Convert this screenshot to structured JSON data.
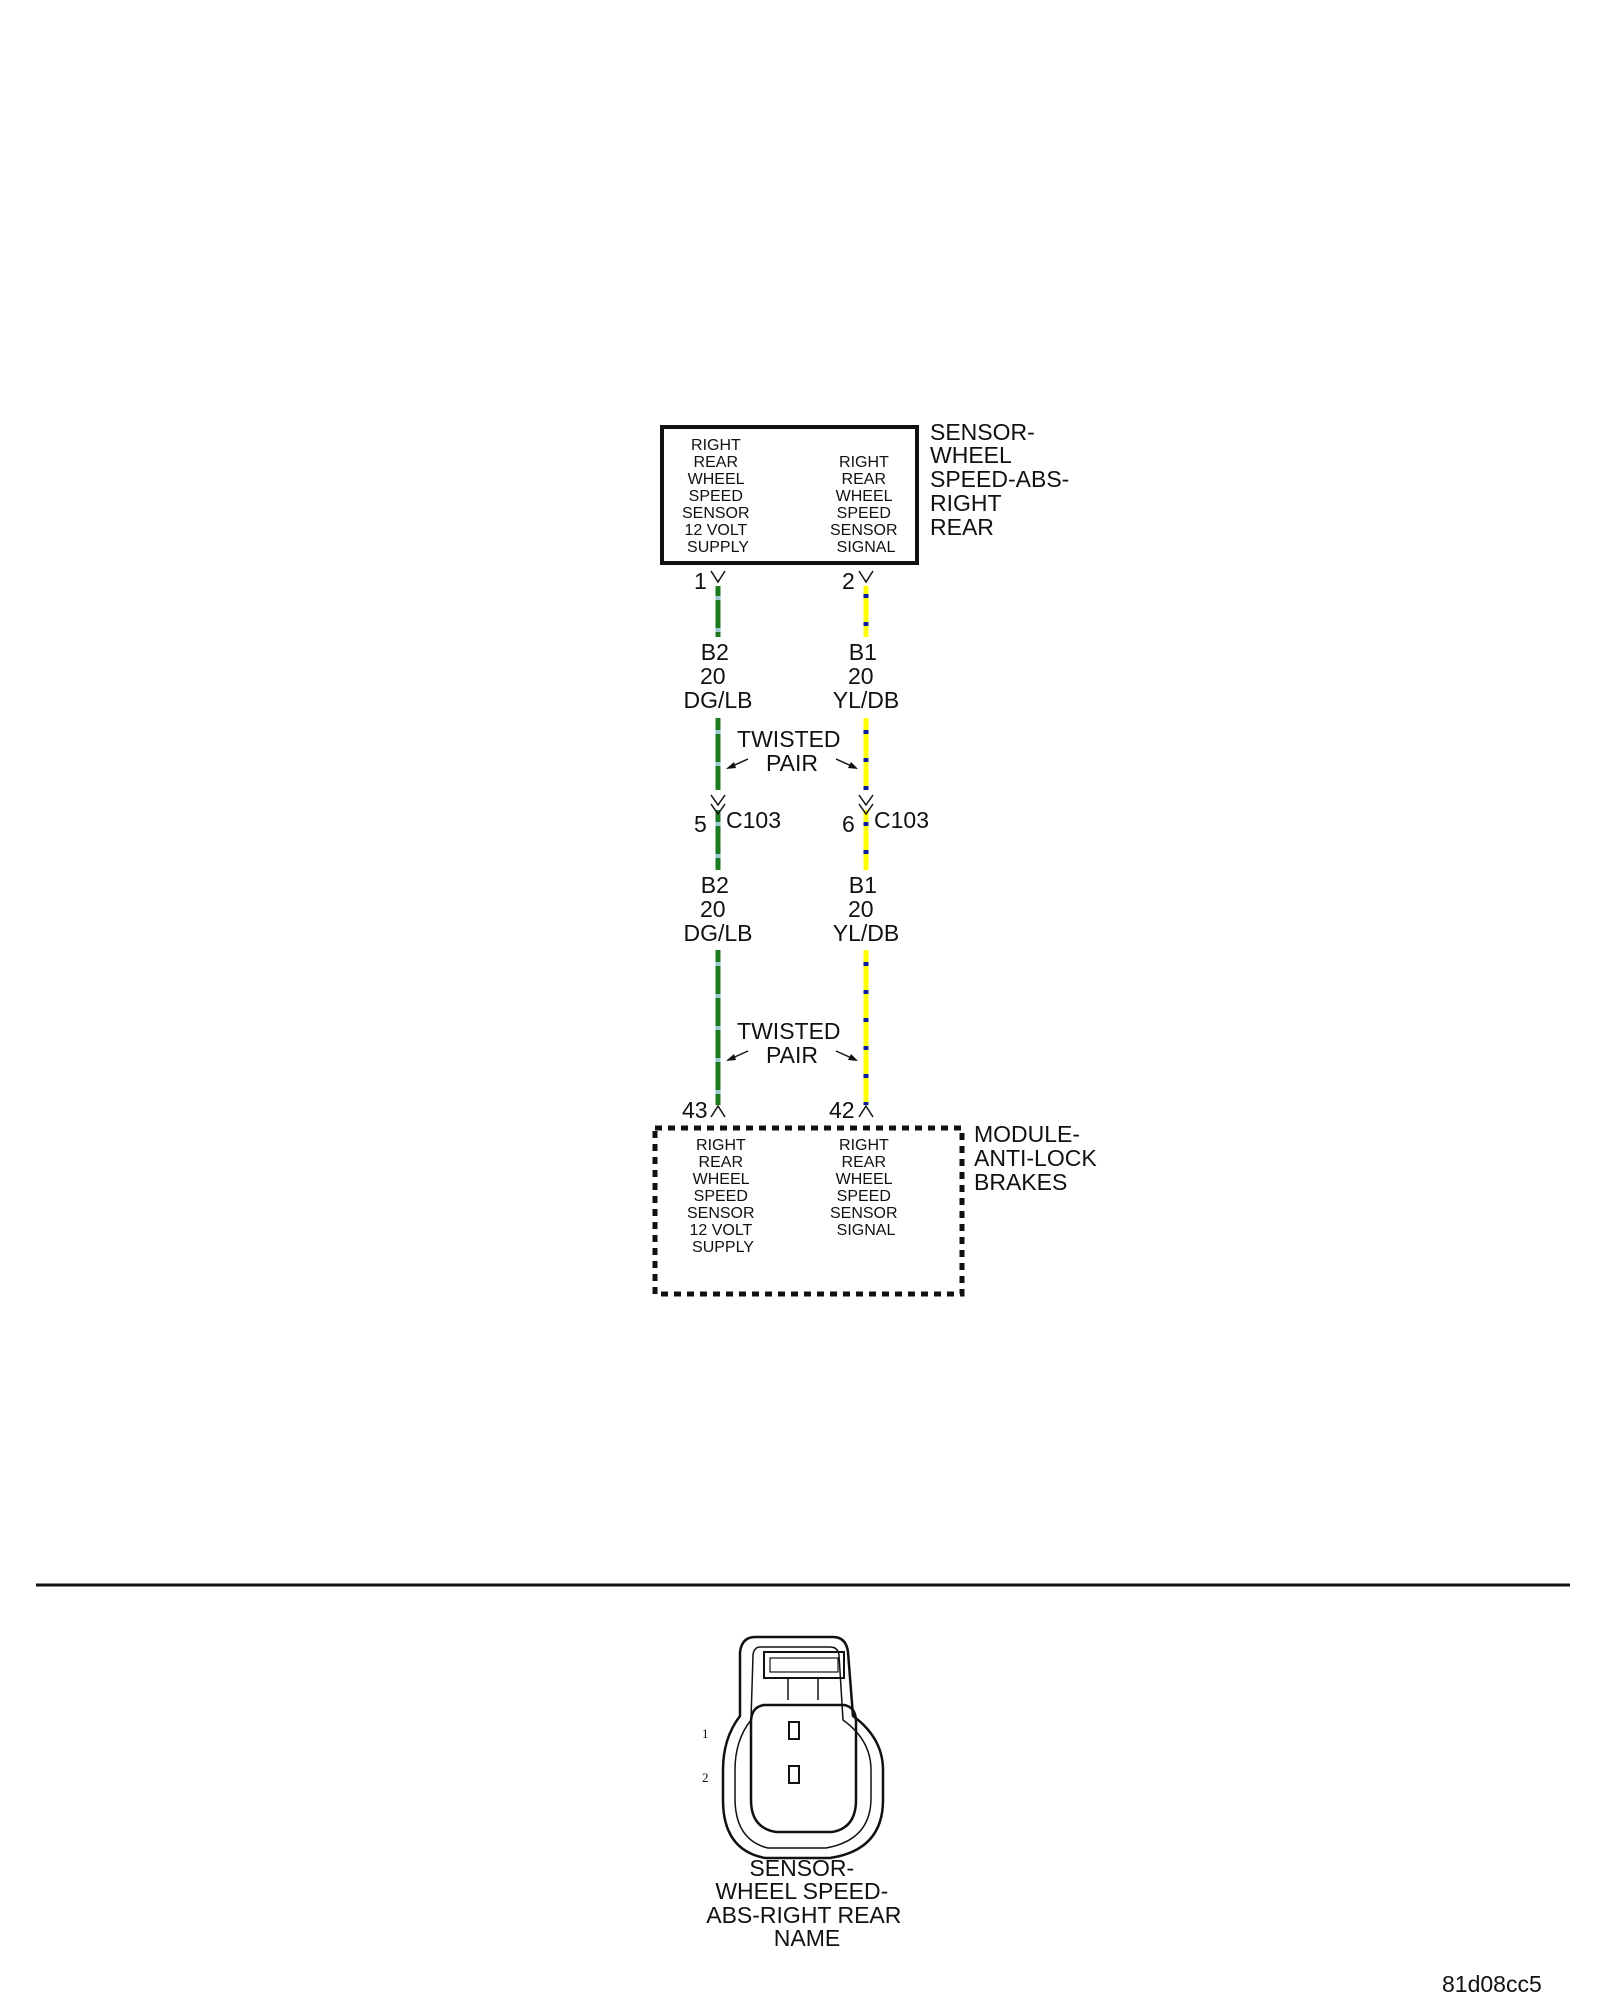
{
  "sensor": {
    "name_lines": [
      "SENSOR-",
      "WHEEL",
      "SPEED-ABS-",
      "RIGHT",
      "REAR"
    ],
    "cav_left_lines": [
      "RIGHT",
      "REAR",
      "WHEEL",
      "SPEED",
      "SENSOR",
      "12 VOLT",
      "SUPPLY"
    ],
    "cav_right_lines": [
      "RIGHT",
      "REAR",
      "WHEEL",
      "SPEED",
      "SENSOR",
      "SIGNAL"
    ],
    "pin_left": "1",
    "pin_right": "2"
  },
  "wire_left_upper": {
    "circuit": "B2",
    "gauge": "20",
    "color_code": "DG/LB"
  },
  "wire_right_upper": {
    "circuit": "B1",
    "gauge": "20",
    "color_code": "YL/DB"
  },
  "twisted_pair_upper": [
    "TWISTED",
    "PAIR"
  ],
  "connector_c103": {
    "name": "C103",
    "pin_left": "5",
    "pin_right": "6"
  },
  "wire_left_lower": {
    "circuit": "B2",
    "gauge": "20",
    "color_code": "DG/LB"
  },
  "wire_right_lower": {
    "circuit": "B1",
    "gauge": "20",
    "color_code": "YL/DB"
  },
  "twisted_pair_lower": [
    "TWISTED",
    "PAIR"
  ],
  "module": {
    "name_lines": [
      "MODULE-",
      "ANTI-LOCK",
      "BRAKES"
    ],
    "pin_left": "43",
    "pin_right": "42",
    "cav_left_lines": [
      "RIGHT",
      "REAR",
      "WHEEL",
      "SPEED",
      "SENSOR",
      "12 VOLT",
      "SUPPLY"
    ],
    "cav_right_lines": [
      "RIGHT",
      "REAR",
      "WHEEL",
      "SPEED",
      "SENSOR",
      "SIGNAL"
    ]
  },
  "connector_view": {
    "pin_labels": [
      "1",
      "2"
    ],
    "caption_lines": [
      "SENSOR-",
      "WHEEL SPEED-",
      "ABS-RIGHT REAR",
      "NAME"
    ]
  },
  "footer_code": "81d08cc5",
  "colors": {
    "wire_dg": "#1e7a1e",
    "wire_dg_stripe": "#9fc6cf",
    "wire_yl": "#ffff00",
    "wire_yl_stripe": "#0b1f9e",
    "ink": "#111111"
  }
}
